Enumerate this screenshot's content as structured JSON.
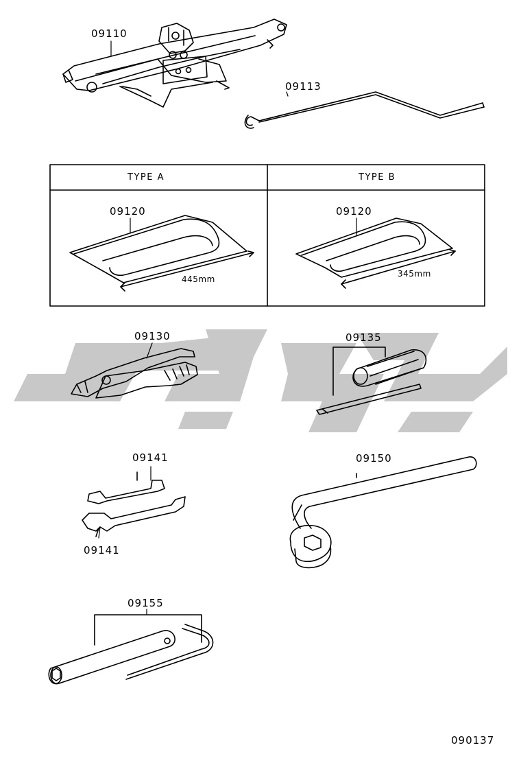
{
  "parts": {
    "jack": "09110",
    "jack_handle": "09113",
    "tool_bag_a": "09120",
    "tool_bag_b": "09120",
    "pliers": "09130",
    "screwdriver": "09135",
    "wrench_upper": "09141",
    "wrench_lower": "09141",
    "wheel_nut_wrench": "09150",
    "spark_plug_wrench": "09155"
  },
  "table": {
    "type_a_header": "TYPE A",
    "type_b_header": "TYPE B",
    "type_a_length": "445mm",
    "type_b_length": "345mm"
  },
  "figure_id": "090137",
  "colors": {
    "line": "#000000",
    "watermark": "#c8c8c8"
  }
}
